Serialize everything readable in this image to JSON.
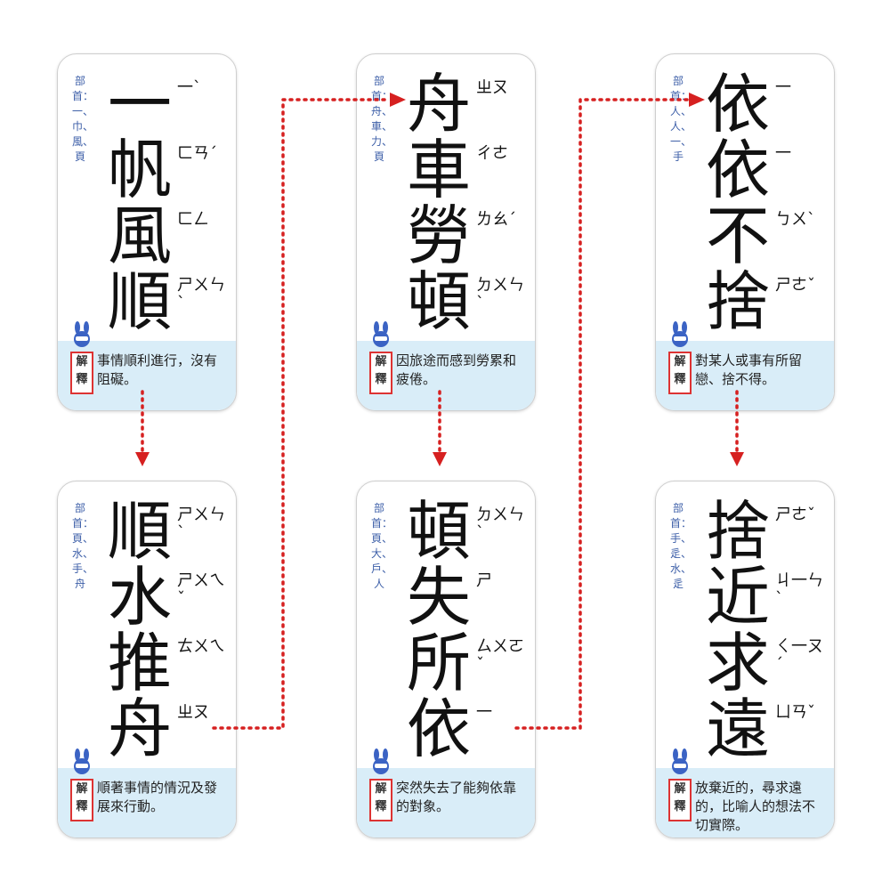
{
  "explain_label": "解釋",
  "cards": [
    {
      "id": "c1",
      "radical": "部首：一、巾、風、頁",
      "chars": [
        {
          "c": "一",
          "b": "一ˋ"
        },
        {
          "c": "帆",
          "b": "ㄈㄢˊ"
        },
        {
          "c": "風",
          "b": "ㄈㄥ"
        },
        {
          "c": "順",
          "b": "ㄕㄨㄣˋ"
        }
      ],
      "explanation": "事情順利進行，沒有阻礙。"
    },
    {
      "id": "c2",
      "radical": "部首：舟、車、力、頁",
      "chars": [
        {
          "c": "舟",
          "b": "ㄓㄡ"
        },
        {
          "c": "車",
          "b": "ㄔㄜ"
        },
        {
          "c": "勞",
          "b": "ㄌㄠˊ"
        },
        {
          "c": "頓",
          "b": "ㄉㄨㄣˋ"
        }
      ],
      "explanation": "因旅途而感到勞累和疲倦。"
    },
    {
      "id": "c3",
      "radical": "部首：人、人、一、手",
      "chars": [
        {
          "c": "依",
          "b": "一"
        },
        {
          "c": "依",
          "b": "一"
        },
        {
          "c": "不",
          "b": "ㄅㄨˋ"
        },
        {
          "c": "捨",
          "b": "ㄕㄜˇ"
        }
      ],
      "explanation": "對某人或事有所留戀、捨不得。"
    },
    {
      "id": "c4",
      "radical": "部首：頁、水、手、舟",
      "chars": [
        {
          "c": "順",
          "b": "ㄕㄨㄣˋ"
        },
        {
          "c": "水",
          "b": "ㄕㄨㄟˇ"
        },
        {
          "c": "推",
          "b": "ㄊㄨㄟ"
        },
        {
          "c": "舟",
          "b": "ㄓㄡ"
        }
      ],
      "explanation": "順著事情的情況及發展來行動。"
    },
    {
      "id": "c5",
      "radical": "部首：頁、大、戶、人",
      "chars": [
        {
          "c": "頓",
          "b": "ㄉㄨㄣˋ"
        },
        {
          "c": "失",
          "b": "ㄕ"
        },
        {
          "c": "所",
          "b": "ㄙㄨㄛˇ"
        },
        {
          "c": "依",
          "b": "一"
        }
      ],
      "explanation": "突然失去了能夠依靠的對象。"
    },
    {
      "id": "c6",
      "radical": "部首：手、辵、水、辵",
      "chars": [
        {
          "c": "捨",
          "b": "ㄕㄜˇ"
        },
        {
          "c": "近",
          "b": "ㄐ一ㄣˋ"
        },
        {
          "c": "求",
          "b": "ㄑ一ㄡˊ"
        },
        {
          "c": "遠",
          "b": "ㄩㄢˇ"
        }
      ],
      "explanation": "放棄近的，尋求遠的，比喻人的想法不切實際。"
    }
  ],
  "colors": {
    "accent": "#d62020",
    "radical": "#3d5fa8",
    "explain_bg": "#d9edf8"
  }
}
